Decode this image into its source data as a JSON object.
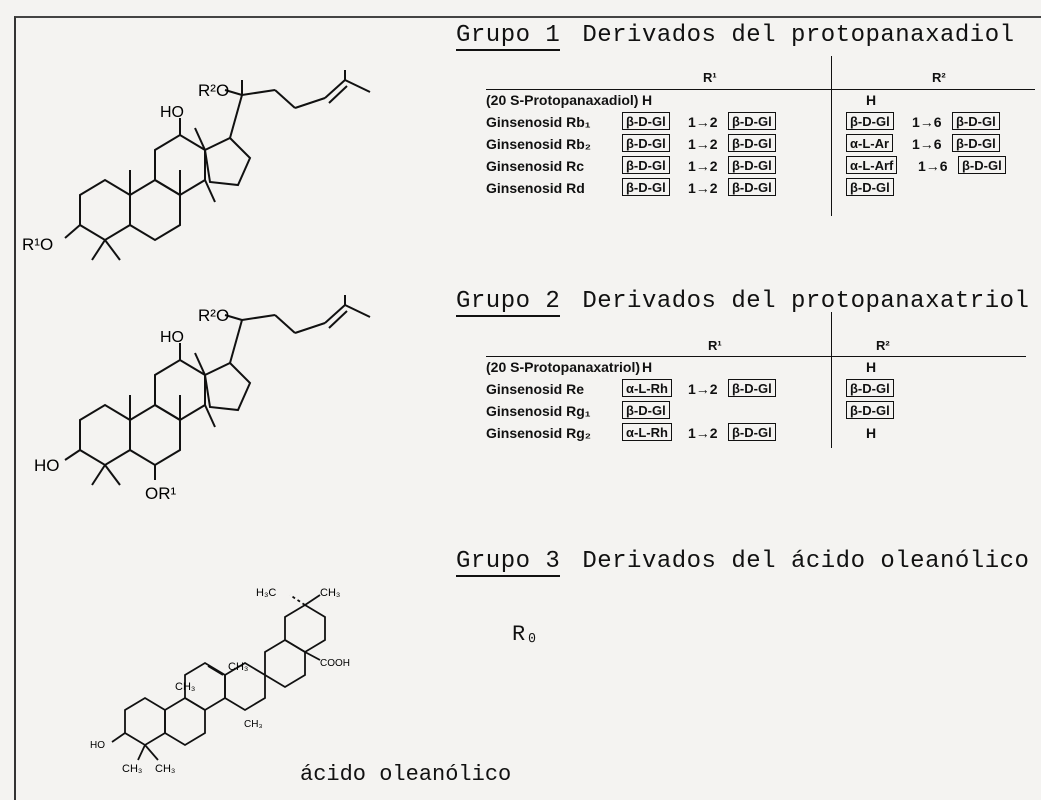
{
  "group1": {
    "label": "Grupo 1",
    "title": "Derivados del protopanaxadiol",
    "col_r1": "R¹",
    "col_r2": "R²",
    "rows": [
      {
        "name": "(20 S-Protopanaxadiol)",
        "r1": [
          "H"
        ],
        "r2": [
          "H"
        ]
      },
      {
        "name": "Ginsenosid Rb₁",
        "r1": [
          "β-D-Gl",
          "1→2",
          "β-D-Gl"
        ],
        "r2": [
          "β-D-Gl",
          "1→6",
          "β-D-Gl"
        ]
      },
      {
        "name": "Ginsenosid Rb₂",
        "r1": [
          "β-D-Gl",
          "1→2",
          "β-D-Gl"
        ],
        "r2": [
          "α-L-Ar",
          "1→6",
          "β-D-Gl"
        ]
      },
      {
        "name": "Ginsenosid Rc",
        "r1": [
          "β-D-Gl",
          "1→2",
          "β-D-Gl"
        ],
        "r2": [
          "α-L-Arf",
          "1→6",
          "β-D-Gl"
        ]
      },
      {
        "name": "Ginsenosid Rd",
        "r1": [
          "β-D-Gl",
          "1→2",
          "β-D-Gl"
        ],
        "r2": [
          "β-D-Gl"
        ]
      }
    ]
  },
  "group2": {
    "label": "Grupo 2",
    "title": "Derivados del protopanaxatriol",
    "col_r1": "R¹",
    "col_r2": "R²",
    "rows": [
      {
        "name": "(20 S-Protopanaxatriol)",
        "r1": [
          "H"
        ],
        "r2": [
          "H"
        ]
      },
      {
        "name": "Ginsenosid Re",
        "r1": [
          "α-L-Rh",
          "1→2",
          "β-D-Gl"
        ],
        "r2": [
          "β-D-Gl"
        ]
      },
      {
        "name": "Ginsenosid Rg₁",
        "r1": [
          "β-D-Gl"
        ],
        "r2": [
          "β-D-Gl"
        ]
      },
      {
        "name": "Ginsenosid Rg₂",
        "r1": [
          "α-L-Rh",
          "1→2",
          "β-D-Gl"
        ],
        "r2": [
          "H"
        ]
      }
    ]
  },
  "group3": {
    "label": "Grupo 3",
    "title": "Derivados del ácido oleanólico",
    "compound": "R₀"
  },
  "structures": {
    "s1": {
      "r2o": "R²O",
      "ho": "HO",
      "r1o": "R¹O"
    },
    "s2": {
      "r2o": "R²O",
      "ho": "HO",
      "ho3": "HO",
      "or1": "OR¹"
    },
    "s3": {
      "h3c": "H₃C",
      "ch3_top": "CH₃",
      "cooh": "COOH",
      "ch3_a": "CH₃",
      "ch3_b": "CH₃",
      "ch3_c": "CH₃",
      "ho": "HO",
      "ch3_d": "CH₃",
      "ch3_e": "CH₃",
      "caption": "ácido oleanólico"
    }
  }
}
